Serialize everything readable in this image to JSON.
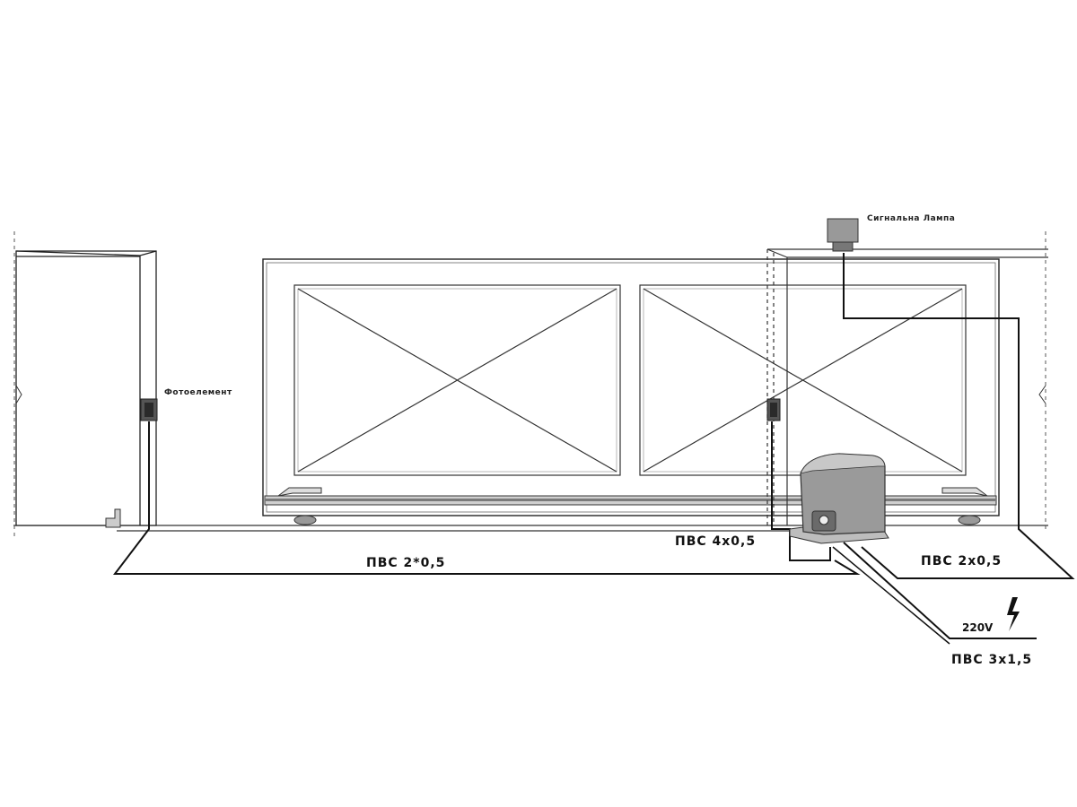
{
  "labels": {
    "photocell": "Фотоелемент",
    "signal_lamp": "Сигнальна Лампа",
    "cable_left": "ПВС 2*0,5",
    "cable_motor": "ПВС 4х0,5",
    "cable_lamp": "ПВС 2х0,5",
    "voltage": "220V",
    "cable_power": "ПВС 3х1,5"
  },
  "icons": {
    "lightning": "lightning-bolt-icon"
  },
  "colors": {
    "line": "#111111",
    "motor_body": "#9a9a9a"
  }
}
